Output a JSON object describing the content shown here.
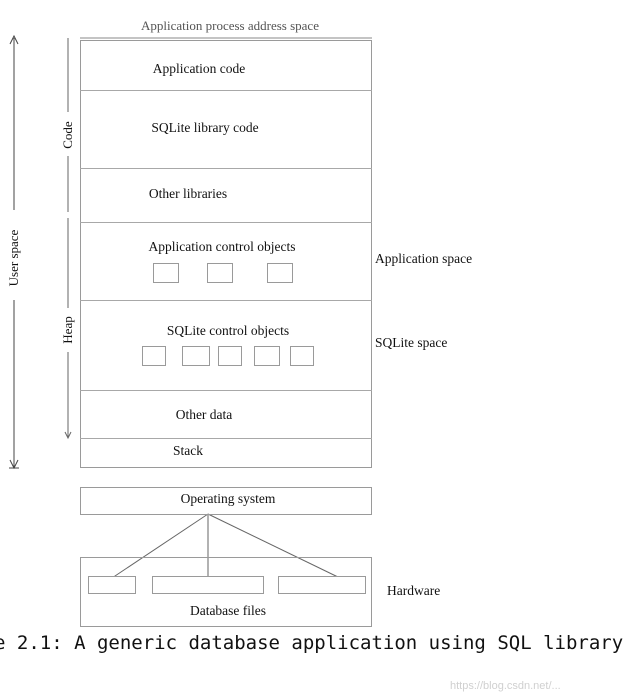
{
  "diagram": {
    "header": "Application process address space",
    "segments": {
      "application_code": "Application code",
      "sqlite_library_code": "SQLite library code",
      "other_libraries": "Other libraries",
      "application_control_objects": "Application control objects",
      "sqlite_control_objects": "SQLite control objects",
      "other_data": "Other data",
      "stack": "Stack"
    },
    "brackets": {
      "user_space": "User space",
      "code": "Code",
      "heap": "Heap"
    },
    "side_labels": {
      "application_space": "Application space",
      "sqlite_space": "SQLite space",
      "hardware": "Hardware"
    },
    "operating_system": "Operating system",
    "database_files": "Database files"
  },
  "caption": "e 2.1: A generic database application using SQL library.",
  "watermark": "https://blog.csdn.net/..."
}
